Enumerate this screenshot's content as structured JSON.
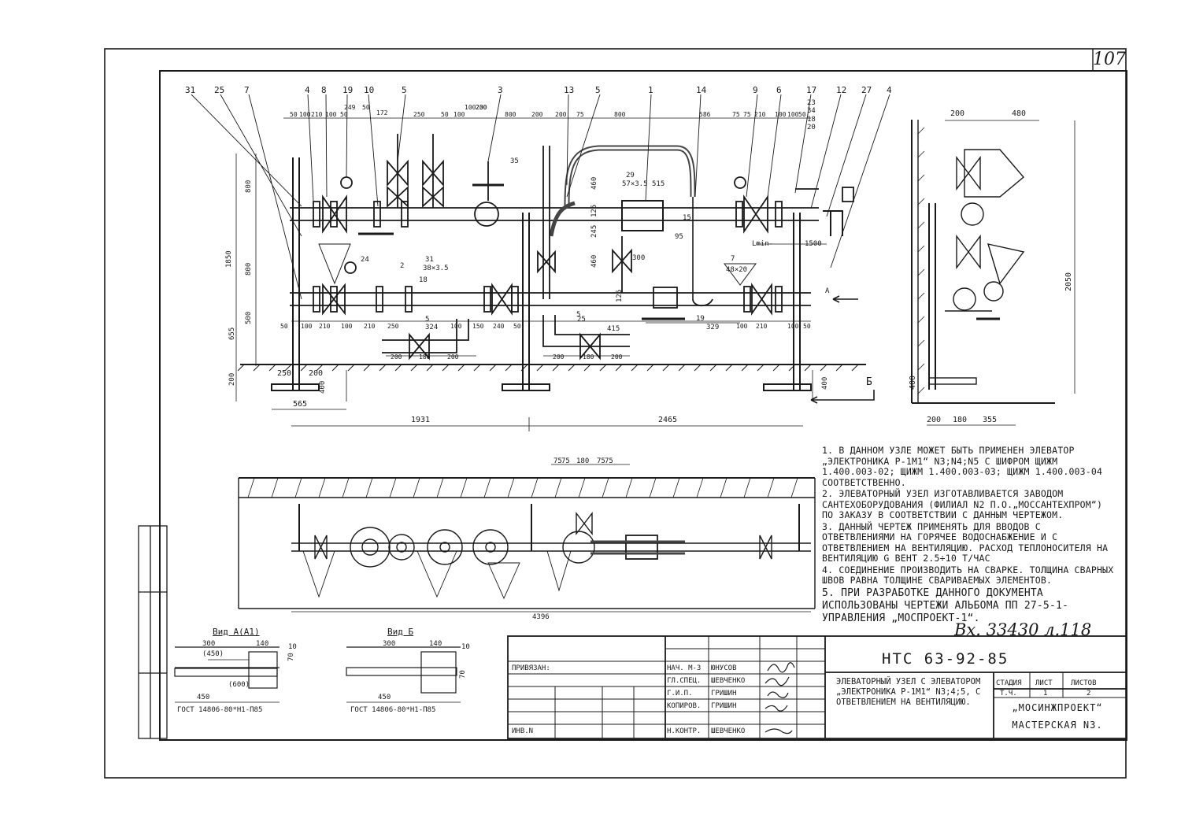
{
  "sheet_number": "107",
  "drawing_code": "НТС 63-92-85",
  "registration": "Вх. 33430 л.118",
  "title_block": {
    "description": "Элеваторный узел с элеватором „Электроника Р-1М1“ N3;4;5, с ответвлением на вентиляцию.",
    "stage_label": "Стадия",
    "sheet_label": "Лист",
    "sheets_label": "Листов",
    "stage": "Т.Ч.",
    "sheet": "1",
    "sheets": "2",
    "org_line1": "„МОСИНЖПРОЕКТ“",
    "org_line2": "МАСТЕРСКАЯ N3.",
    "linked_label": "Привязан:",
    "inv_label": "Инв.N",
    "signatures": [
      {
        "role": "Нач. м-3",
        "name": "Юнусов"
      },
      {
        "role": "Гл.спец.",
        "name": "Шевченко"
      },
      {
        "role": "Г.И.П.",
        "name": "Гришин"
      },
      {
        "role": "Копиров.",
        "name": "Гришин"
      },
      {
        "role": "Н.контр.",
        "name": "Шевченко"
      }
    ]
  },
  "notes": [
    "1. В данном узле может быть применен элеватор „Электроника Р-1М1“ N3;N4;N5 с шифром ЩИЖМ 1.400.003-02; ЩИЖМ 1.400.003-03; ЩИЖМ 1.400.003-04 соответственно.",
    "2. Элеваторный узел изготавливается заводом сантехоборудования (филиал N2 П.О.„Моссантехпром“) по заказу в соответствии с данным чертежом.",
    "3. Данный чертеж применять для вводов с ответвлениями на горячее водоснабжение и с ответвлением на вентиляцию. Расход теплоносителя на вентиляцию G вент 2.5÷10 т/час",
    "4. Соединение производить на сварке. Толщина сварных швов равна толщине свариваемых элементов.",
    "5. При разработке данного документа использованы чертежи альбома ПП 27-5-1- управления „Моспроект-1“."
  ],
  "view_a": {
    "title": "Вид А(А1)",
    "dims": [
      "300",
      "(450)",
      "140",
      "10",
      "450",
      "(600)",
      "70"
    ],
    "gost": "ГОСТ 14806-80*Н1-П85"
  },
  "view_b": {
    "title": "Вид Б",
    "dims": [
      "300",
      "140",
      "10",
      "450",
      "70"
    ],
    "gost": "ГОСТ 14806-80*Н1-П85"
  },
  "front_view": {
    "leaders": [
      "31",
      "25",
      "7",
      "4",
      "8",
      "19",
      "10",
      "5",
      "3",
      "13",
      "5",
      "1",
      "14",
      "9",
      "6",
      "17",
      "12",
      "27",
      "4"
    ],
    "top_dims": [
      "50",
      "100",
      "210",
      "100",
      "50",
      "249",
      "50",
      "172",
      "250",
      "50",
      "100",
      "100",
      "230",
      "200",
      "800",
      "200",
      "200",
      "75",
      "800",
      "586",
      "75",
      "75",
      "210",
      "100",
      "100",
      "50"
    ],
    "misc_labels": [
      "23",
      "34",
      "18",
      "20",
      "35",
      "29",
      "57×3.5",
      "515",
      "460",
      "125",
      "245",
      "25",
      "460",
      "125",
      "300",
      "15",
      "95",
      "Lmin-",
      "1500",
      "7",
      "48×20",
      "24",
      "2",
      "31",
      "38×3.5",
      "18",
      "5",
      "324",
      "5",
      "415",
      "19",
      "329",
      "A"
    ],
    "mid_dims": [
      "50",
      "100",
      "210",
      "100",
      "210",
      "250",
      "100",
      "150",
      "240",
      "50",
      "100",
      "210",
      "100",
      "50"
    ],
    "bottom_dims": [
      "200",
      "180",
      "200",
      "200",
      "180",
      "200"
    ],
    "vert_dims": [
      "1850",
      "800",
      "800",
      "500",
      "655",
      "200",
      "400",
      "400"
    ],
    "base_dims": [
      "250",
      "200",
      "565",
      "1931",
      "2465"
    ],
    "section_label": "Б"
  },
  "side_view": {
    "dims": [
      "200",
      "480",
      "2050",
      "400",
      "200",
      "180",
      "355"
    ]
  },
  "plan_view": {
    "dims": [
      "75",
      "75",
      "180",
      "75",
      "75",
      "4396"
    ]
  }
}
